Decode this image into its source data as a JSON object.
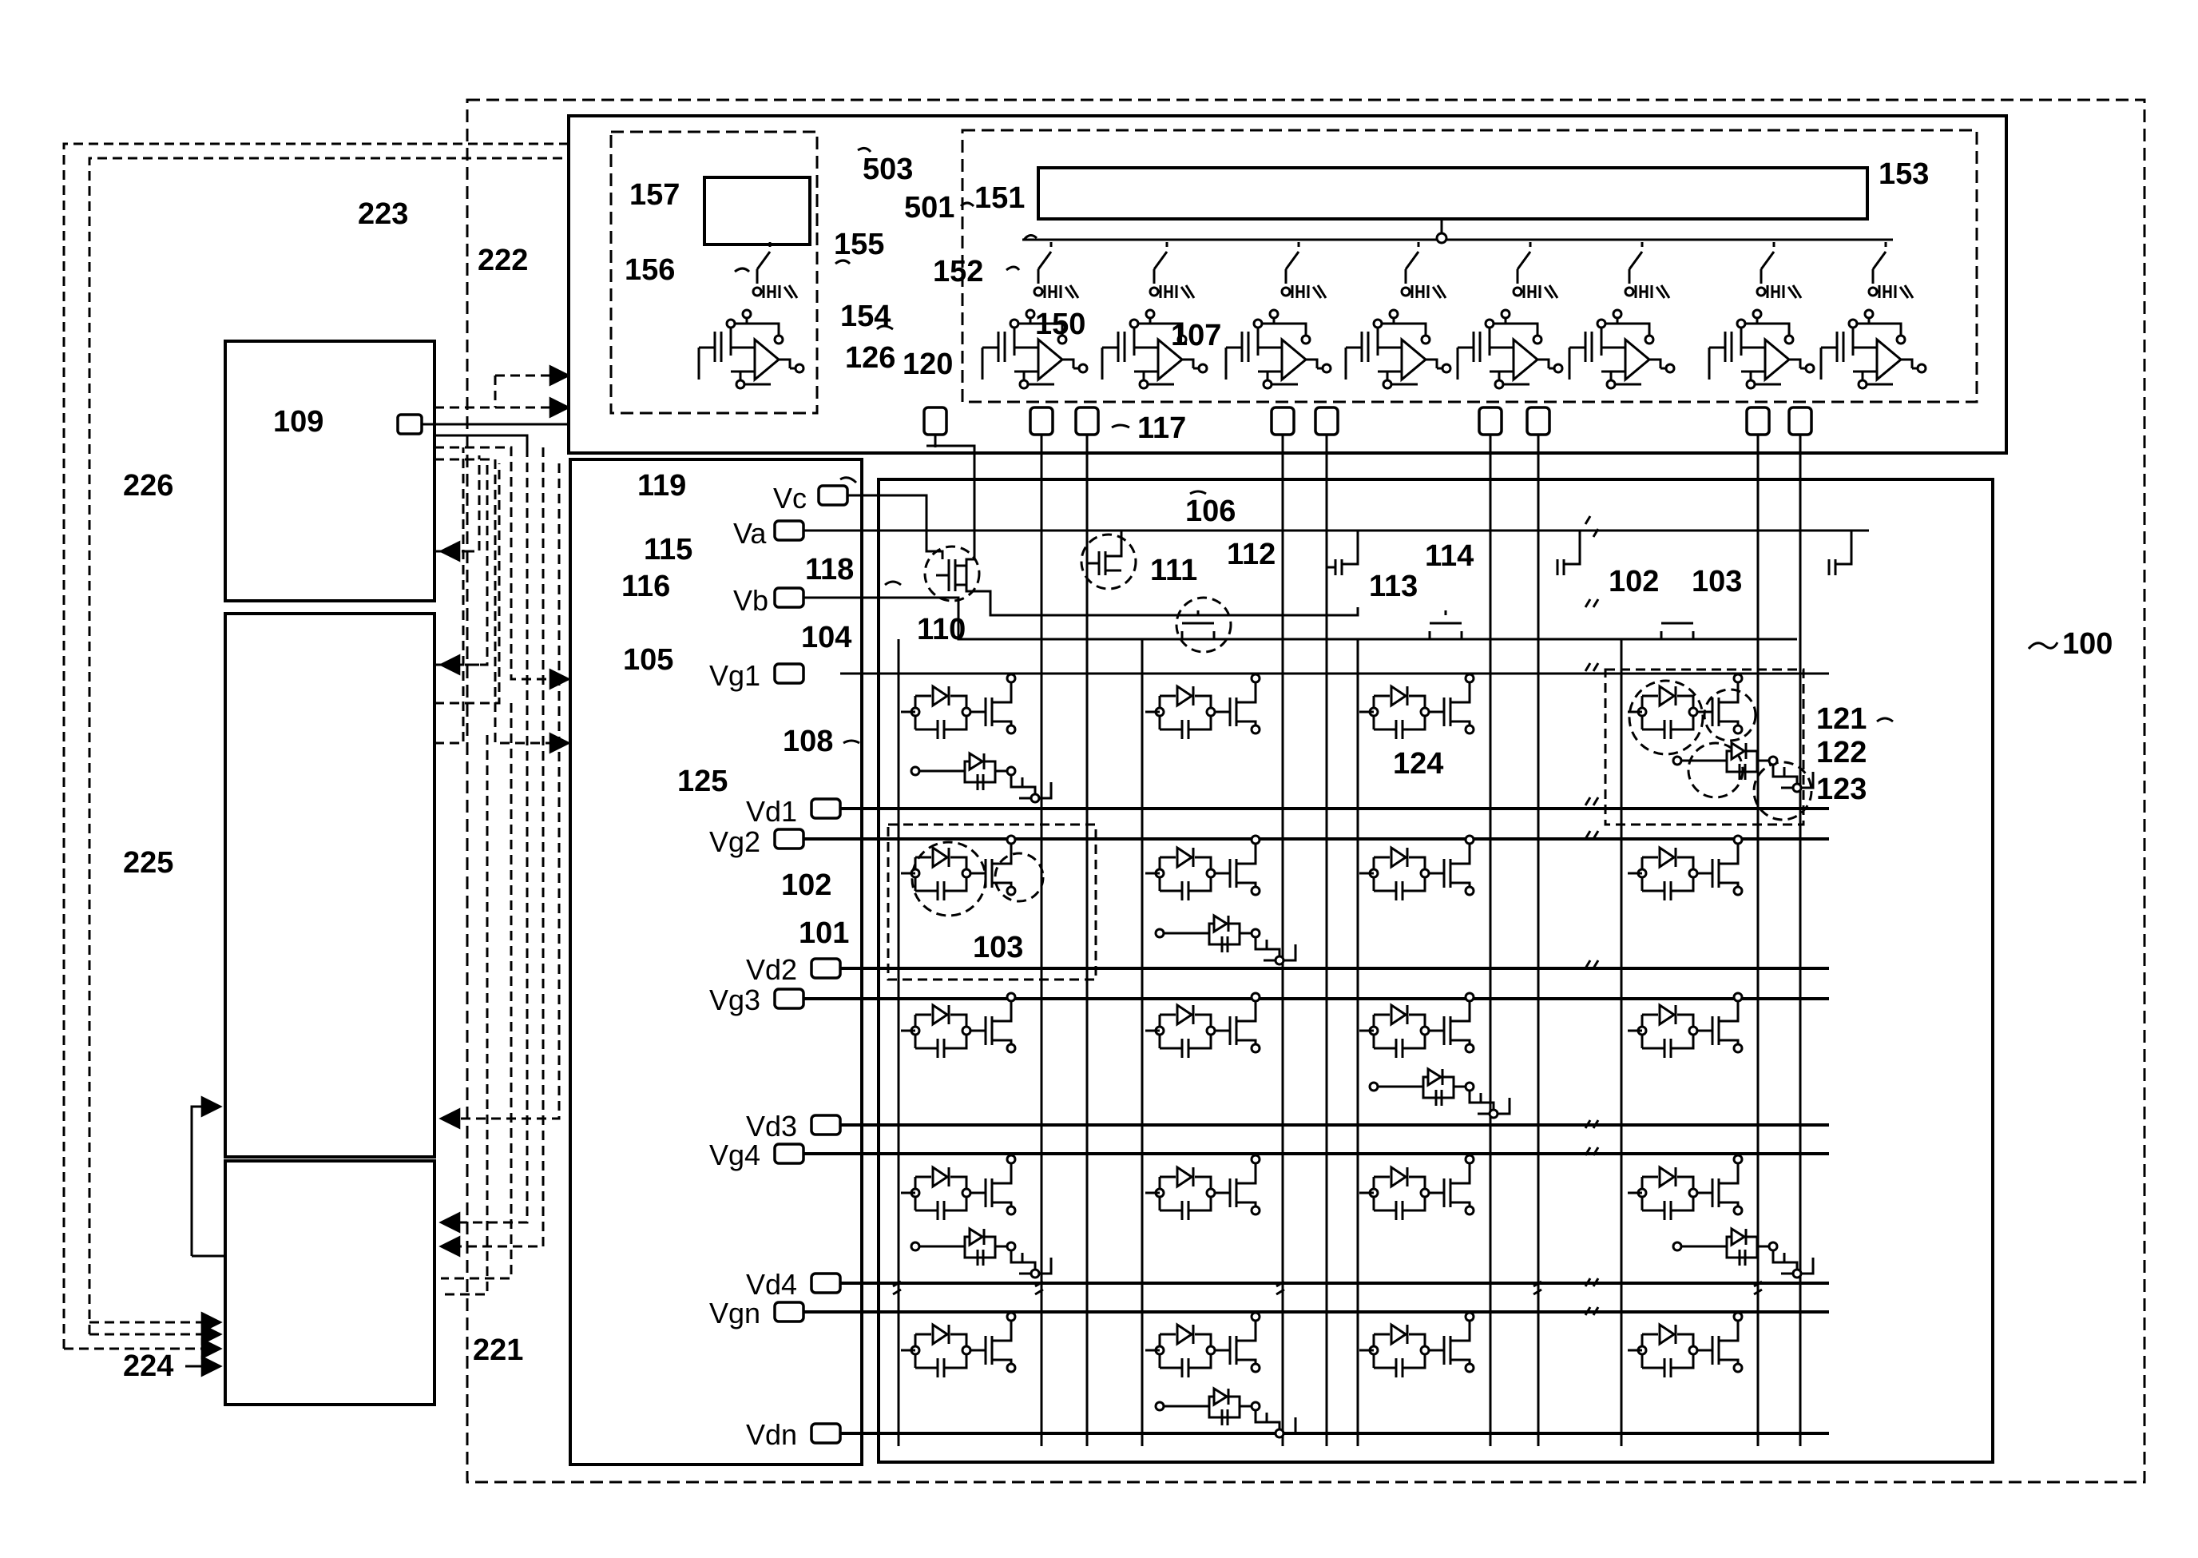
{
  "labels": {
    "n100": "100",
    "n101": "101",
    "n102a": "102",
    "n102b": "102",
    "n103a": "103",
    "n103b": "103",
    "n104": "104",
    "n105": "105",
    "n106": "106",
    "n107": "107",
    "n108": "108",
    "n109": "109",
    "n110": "110",
    "n111": "111",
    "n112": "112",
    "n113": "113",
    "n114": "114",
    "n115": "115",
    "n116": "116",
    "n117": "117",
    "n118": "118",
    "n119": "119",
    "n120": "120",
    "n121": "121",
    "n122": "122",
    "n123": "123",
    "n124": "124",
    "n125": "125",
    "n126": "126",
    "n150": "150",
    "n151": "151",
    "n152": "152",
    "n153": "153",
    "n154": "154",
    "n155": "155",
    "n156": "156",
    "n157": "157",
    "n221": "221",
    "n222": "222",
    "n223": "223",
    "n224": "224",
    "n225": "225",
    "n226": "226",
    "n501": "501",
    "n503": "503"
  },
  "pins": {
    "vc": "Vc",
    "va": "Va",
    "vb": "Vb",
    "vg1": "Vg1",
    "vd1": "Vd1",
    "vg2": "Vg2",
    "vd2": "Vd2",
    "vg3": "Vg3",
    "vd3": "Vd3",
    "vg4": "Vg4",
    "vd4": "Vd4",
    "vgn": "Vgn",
    "vdn": "Vdn"
  }
}
